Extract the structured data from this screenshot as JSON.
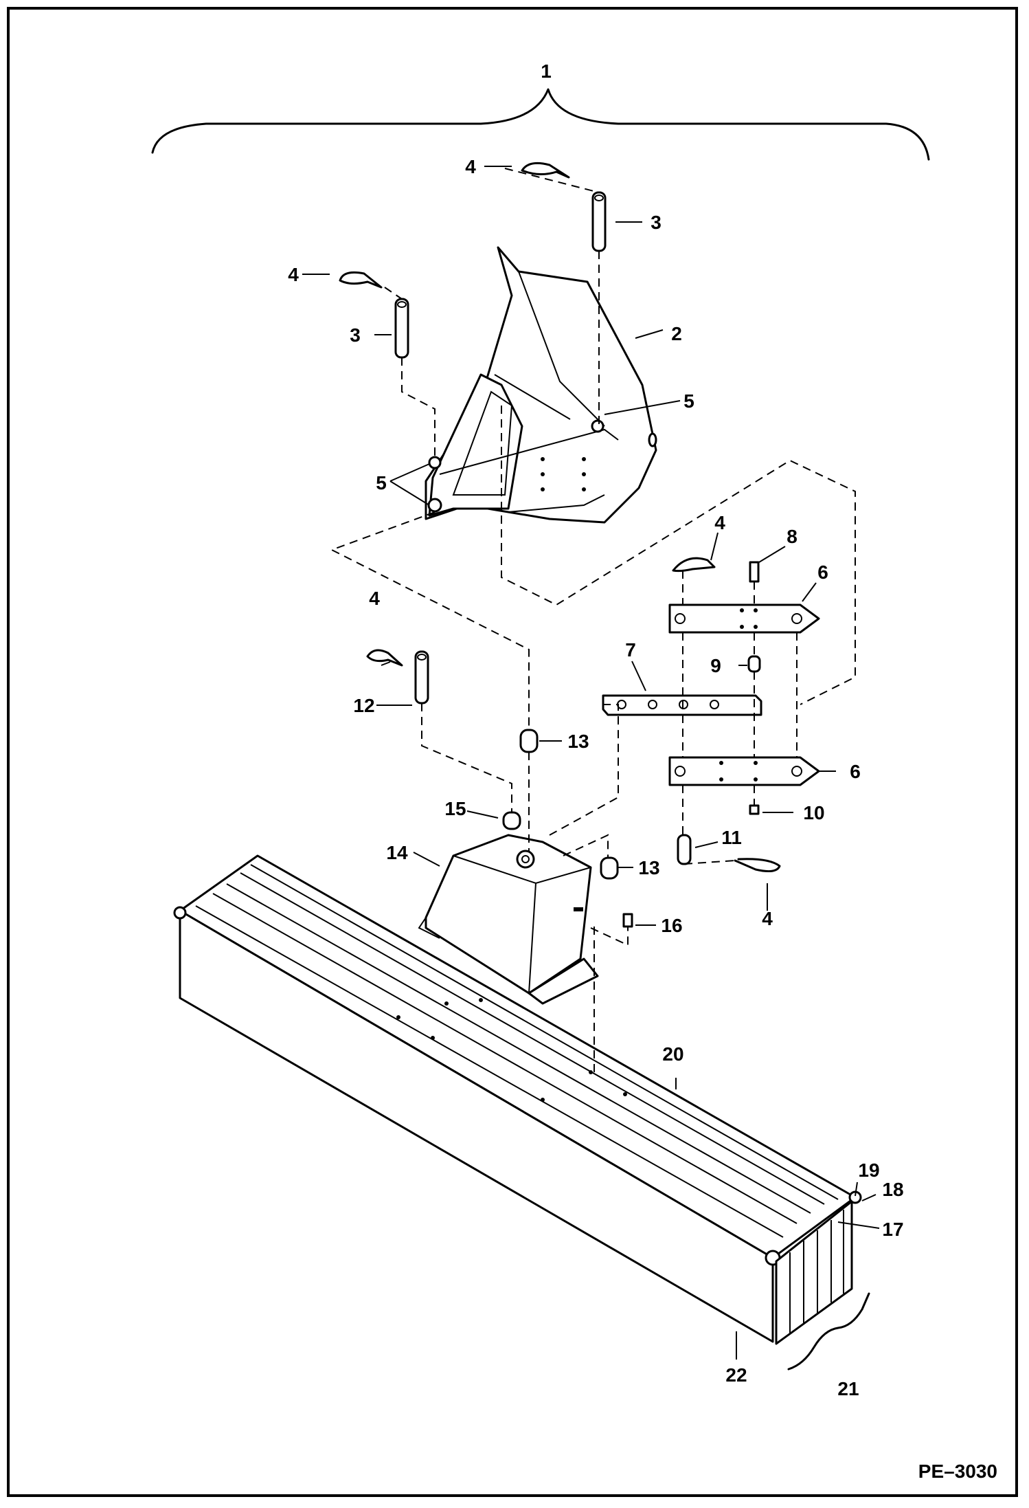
{
  "diagram": {
    "reference_code": "PE–3030",
    "labels": {
      "l1": "1",
      "l2": "2",
      "l3a": "3",
      "l3b": "3",
      "l4a": "4",
      "l4b": "4",
      "l4c": "4",
      "l4d": "4",
      "l4e": "4",
      "l5a": "5",
      "l5b": "5",
      "l6a": "6",
      "l6b": "6",
      "l7": "7",
      "l8": "8",
      "l9": "9",
      "l10": "10",
      "l11": "11",
      "l12": "12",
      "l13a": "13",
      "l13b": "13",
      "l14": "14",
      "l15": "15",
      "l16": "16",
      "l17": "17",
      "l18": "18",
      "l19": "19",
      "l20": "20",
      "l21": "21",
      "l22": "22"
    }
  }
}
